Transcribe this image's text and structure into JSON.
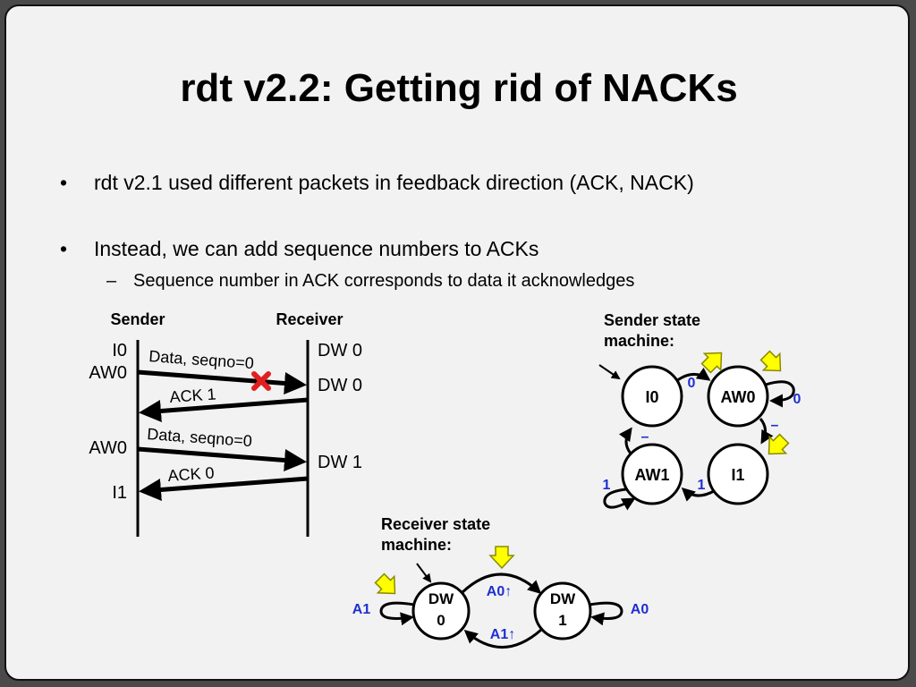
{
  "slide": {
    "title": "rdt v2.2: Getting rid of NACKs",
    "bullets": [
      {
        "text": "rdt v2.1 used different packets in feedback direction (ACK, NACK)",
        "marker": "•"
      },
      {
        "text": "Instead, we can add sequence numbers to ACKs",
        "marker": "•"
      }
    ],
    "sub_bullets": [
      {
        "text": "Sequence number in ACK corresponds to data it acknowledges",
        "marker": "–"
      }
    ]
  },
  "timeline": {
    "sender_label": "Sender",
    "receiver_label": "Receiver",
    "sender_states": [
      "I0",
      "AW0",
      "AW0",
      "I1"
    ],
    "receiver_states": [
      "DW 0",
      "DW 0",
      "DW 1"
    ],
    "messages": [
      "Data, seqno=0",
      "ACK 1",
      "Data, seqno=0",
      "ACK 0"
    ],
    "loss_marker_icon": "red-x-icon"
  },
  "sender_fsm": {
    "title_line1": "Sender state",
    "title_line2": "machine:",
    "states": [
      "I0",
      "AW0",
      "AW1",
      "I1"
    ],
    "transition_labels": [
      "0",
      "0",
      "–",
      "–",
      "1",
      "1"
    ]
  },
  "receiver_fsm": {
    "title_line1": "Receiver state",
    "title_line2": "machine:",
    "state_dw0_line1": "DW",
    "state_dw0_line2": "0",
    "state_dw1_line1": "DW",
    "state_dw1_line2": "1",
    "transition_labels": [
      "A0↑",
      "A1↑",
      "A1",
      "A0"
    ]
  },
  "colors": {
    "label_blue": "#1f2fd0",
    "marker_yellow": "#ffff00",
    "loss_red": "#e02020"
  }
}
